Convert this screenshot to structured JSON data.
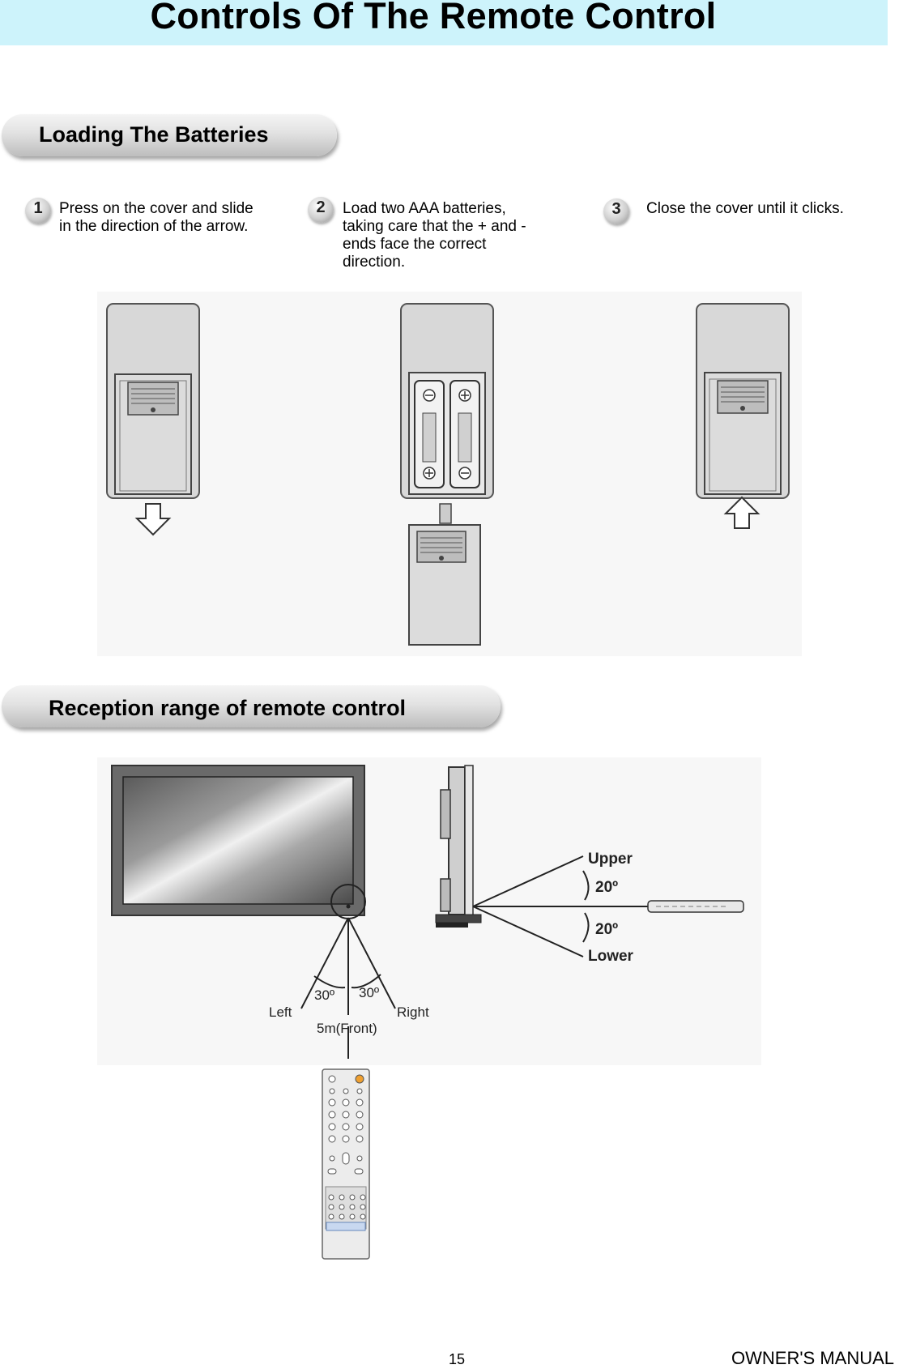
{
  "page_title": "Controls Of The Remote Control",
  "sections": {
    "batteries": {
      "heading": "Loading The Batteries",
      "steps": [
        {
          "number": "1",
          "text_lines": [
            "Press on the cover and slide",
            "in the direction of the arrow."
          ]
        },
        {
          "number": "2",
          "text_lines": [
            "Load two AAA batteries,",
            "taking care that the + and -",
            "ends face the correct",
            "direction."
          ]
        },
        {
          "number": "3",
          "text_lines": [
            "Close the cover until it clicks."
          ]
        }
      ]
    },
    "reception": {
      "heading": "Reception range of remote control",
      "labels": {
        "upper": "Upper",
        "lower": "Lower",
        "angle_upper": "20º",
        "angle_lower": "20º",
        "left": "Left",
        "right": "Right",
        "angle_left": "30º",
        "angle_right": "30º",
        "front": "5m(Front)"
      }
    }
  },
  "footer": {
    "page_number": "15",
    "manual_label": "OWNER'S MANUAL"
  },
  "colors": {
    "title_background": "#cdf3fb"
  }
}
